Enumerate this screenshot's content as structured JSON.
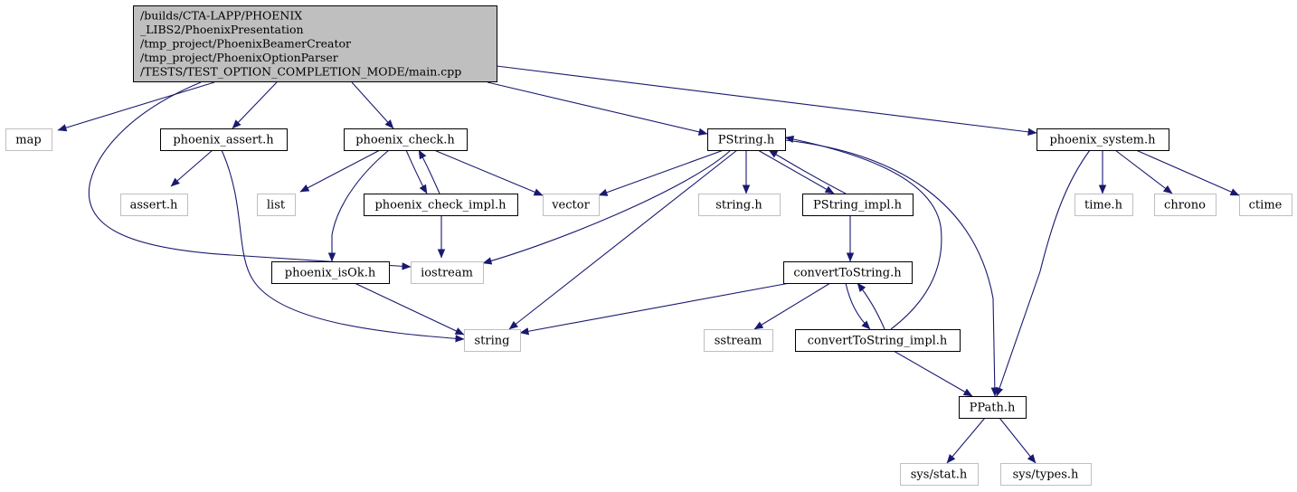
{
  "colors": {
    "edge": "#191970",
    "root_fill": "#bfbfbf",
    "project_border": "#000000",
    "external_border": "#bfbfbf",
    "text": "#000000"
  },
  "nodes": [
    {
      "id": "main",
      "kind": "root",
      "lines": [
        "/builds/CTA-LAPP/PHOENIX",
        "_LIBS2/PhoenixPresentation",
        "/tmp_project/PhoenixBeamerCreator",
        "/tmp_project/PhoenixOptionParser",
        "/TESTS/TEST_OPTION_COMPLETION_MODE/main.cpp"
      ]
    },
    {
      "id": "map",
      "kind": "external",
      "lines": [
        "map"
      ]
    },
    {
      "id": "phoenix_assert",
      "kind": "project",
      "lines": [
        "phoenix_assert.h"
      ]
    },
    {
      "id": "phoenix_check",
      "kind": "project",
      "lines": [
        "phoenix_check.h"
      ]
    },
    {
      "id": "pstring",
      "kind": "project",
      "lines": [
        "PString.h"
      ]
    },
    {
      "id": "phoenix_system",
      "kind": "project",
      "lines": [
        "phoenix_system.h"
      ]
    },
    {
      "id": "assert_h",
      "kind": "external",
      "lines": [
        "assert.h"
      ]
    },
    {
      "id": "list",
      "kind": "external",
      "lines": [
        "list"
      ]
    },
    {
      "id": "phoenix_check_impl",
      "kind": "project",
      "lines": [
        "phoenix_check_impl.h"
      ]
    },
    {
      "id": "vector",
      "kind": "external",
      "lines": [
        "vector"
      ]
    },
    {
      "id": "string_h",
      "kind": "external",
      "lines": [
        "string.h"
      ]
    },
    {
      "id": "pstring_impl",
      "kind": "project",
      "lines": [
        "PString_impl.h"
      ]
    },
    {
      "id": "time_h",
      "kind": "external",
      "lines": [
        "time.h"
      ]
    },
    {
      "id": "chrono",
      "kind": "external",
      "lines": [
        "chrono"
      ]
    },
    {
      "id": "ctime",
      "kind": "external",
      "lines": [
        "ctime"
      ]
    },
    {
      "id": "phoenix_isok",
      "kind": "project",
      "lines": [
        "phoenix_isOk.h"
      ]
    },
    {
      "id": "iostream",
      "kind": "external",
      "lines": [
        "iostream"
      ]
    },
    {
      "id": "converttostring",
      "kind": "project",
      "lines": [
        "convertToString.h"
      ]
    },
    {
      "id": "string",
      "kind": "external",
      "lines": [
        "string"
      ]
    },
    {
      "id": "sstream",
      "kind": "external",
      "lines": [
        "sstream"
      ]
    },
    {
      "id": "converttostring_impl",
      "kind": "project",
      "lines": [
        "convertToString_impl.h"
      ]
    },
    {
      "id": "ppath",
      "kind": "project",
      "lines": [
        "PPath.h"
      ]
    },
    {
      "id": "sys_stat",
      "kind": "external",
      "lines": [
        "sys/stat.h"
      ]
    },
    {
      "id": "sys_types",
      "kind": "external",
      "lines": [
        "sys/types.h"
      ]
    }
  ],
  "edges": [
    {
      "from": "main",
      "to": "map"
    },
    {
      "from": "main",
      "to": "phoenix_assert"
    },
    {
      "from": "main",
      "to": "iostream"
    },
    {
      "from": "main",
      "to": "phoenix_check"
    },
    {
      "from": "main",
      "to": "pstring"
    },
    {
      "from": "main",
      "to": "phoenix_system"
    },
    {
      "from": "phoenix_assert",
      "to": "assert_h"
    },
    {
      "from": "phoenix_assert",
      "to": "string"
    },
    {
      "from": "phoenix_check",
      "to": "list"
    },
    {
      "from": "phoenix_check",
      "to": "phoenix_check_impl"
    },
    {
      "from": "phoenix_check",
      "to": "vector"
    },
    {
      "from": "phoenix_check",
      "to": "phoenix_isok"
    },
    {
      "from": "phoenix_check_impl",
      "to": "phoenix_check"
    },
    {
      "from": "phoenix_check_impl",
      "to": "iostream"
    },
    {
      "from": "phoenix_isok",
      "to": "string"
    },
    {
      "from": "pstring",
      "to": "vector"
    },
    {
      "from": "pstring",
      "to": "iostream"
    },
    {
      "from": "pstring",
      "to": "string"
    },
    {
      "from": "pstring",
      "to": "string_h"
    },
    {
      "from": "pstring",
      "to": "pstring_impl"
    },
    {
      "from": "pstring",
      "to": "ppath"
    },
    {
      "from": "pstring_impl",
      "to": "pstring"
    },
    {
      "from": "pstring_impl",
      "to": "converttostring"
    },
    {
      "from": "converttostring",
      "to": "string"
    },
    {
      "from": "converttostring",
      "to": "sstream"
    },
    {
      "from": "converttostring",
      "to": "converttostring_impl"
    },
    {
      "from": "converttostring_impl",
      "to": "converttostring"
    },
    {
      "from": "converttostring_impl",
      "to": "pstring"
    },
    {
      "from": "converttostring_impl",
      "to": "ppath"
    },
    {
      "from": "phoenix_system",
      "to": "ppath"
    },
    {
      "from": "phoenix_system",
      "to": "time_h"
    },
    {
      "from": "phoenix_system",
      "to": "chrono"
    },
    {
      "from": "phoenix_system",
      "to": "ctime"
    },
    {
      "from": "ppath",
      "to": "sys_stat"
    },
    {
      "from": "ppath",
      "to": "sys_types"
    }
  ]
}
